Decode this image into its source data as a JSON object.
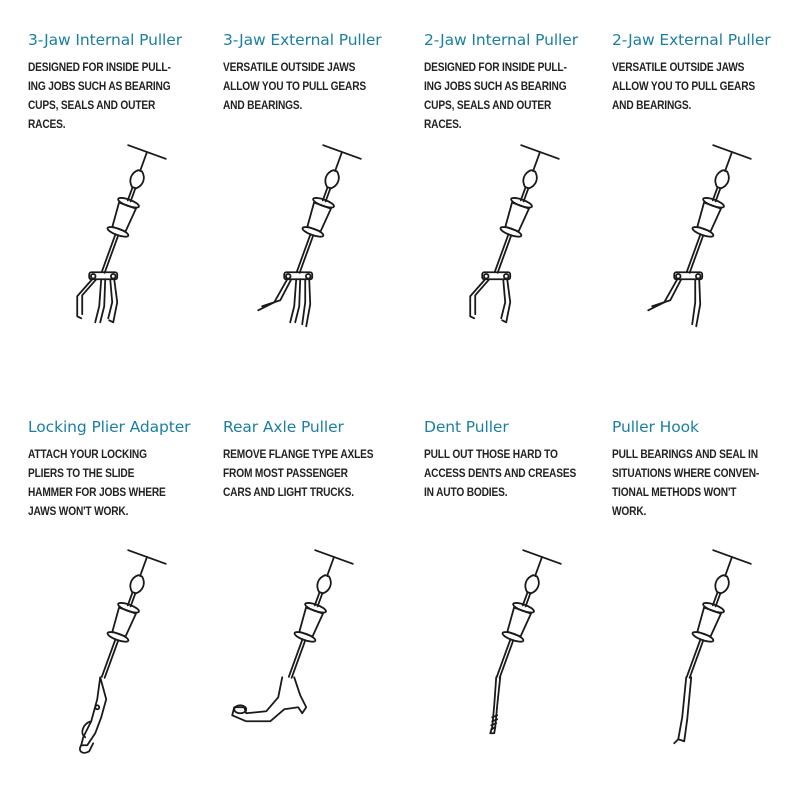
{
  "tools": [
    {
      "title": "3-Jaw Internal Puller",
      "lines": [
        "DESIGNED FOR INSIDE PULL-",
        "ING JOBS SUCH AS BEARING",
        "CUPS, SEALS AND OUTER",
        "RACES."
      ],
      "icon": "three-jaw-internal-puller-icon",
      "attachment": "three-jaw-internal"
    },
    {
      "title": "3-Jaw External Puller",
      "lines": [
        "VERSATILE OUTSIDE JAWS",
        "ALLOW YOU TO PULL GEARS",
        "AND BEARINGS."
      ],
      "icon": "three-jaw-external-puller-icon",
      "attachment": "three-jaw-external"
    },
    {
      "title": "2-Jaw Internal Puller",
      "lines": [
        "DESIGNED FOR INSIDE PULL-",
        "ING JOBS SUCH AS BEARING",
        "CUPS, SEALS AND OUTER",
        "RACES."
      ],
      "icon": "two-jaw-internal-puller-icon",
      "attachment": "two-jaw-internal"
    },
    {
      "title": "2-Jaw External Puller",
      "lines": [
        "VERSATILE OUTSIDE JAWS",
        "ALLOW YOU TO PULL GEARS",
        "AND BEARINGS."
      ],
      "icon": "two-jaw-external-puller-icon",
      "attachment": "two-jaw-external"
    },
    {
      "title": "Locking Plier Adapter",
      "lines": [
        "ATTACH YOUR LOCKING",
        "PLIERS TO THE SLIDE",
        "HAMMER FOR JOBS WHERE",
        "JAWS WON'T WORK."
      ],
      "icon": "locking-plier-adapter-icon",
      "attachment": "locking-plier"
    },
    {
      "title": "Rear Axle Puller",
      "lines": [
        "REMOVE FLANGE TYPE AXLES",
        "FROM MOST PASSENGER",
        "CARS AND LIGHT TRUCKS."
      ],
      "icon": "rear-axle-puller-icon",
      "attachment": "rear-axle"
    },
    {
      "title": "Dent Puller",
      "lines": [
        "PULL OUT THOSE HARD TO",
        "ACCESS DENTS AND CREASES",
        "IN AUTO BODIES."
      ],
      "icon": "dent-puller-icon",
      "attachment": "dent-screw"
    },
    {
      "title": "Puller Hook",
      "lines": [
        "PULL BEARINGS AND SEAL IN",
        "SITUATIONS WHERE CONVEN-",
        "TIONAL METHODS WON'T",
        "WORK."
      ],
      "icon": "puller-hook-icon",
      "attachment": "hook"
    }
  ]
}
